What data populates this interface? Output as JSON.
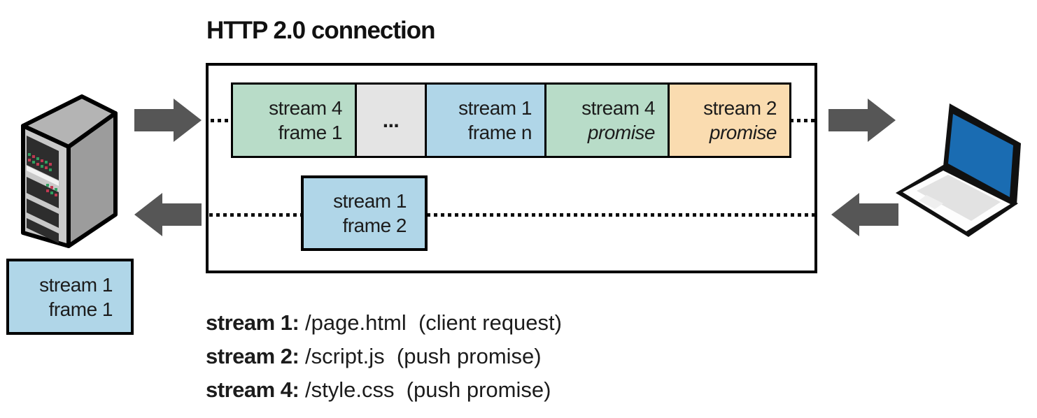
{
  "title": "HTTP 2.0 connection",
  "colors": {
    "frame_green": "#b8dcc8",
    "frame_blue": "#b0d6e8",
    "frame_orange": "#fadcb0",
    "frame_gray": "#e4e4e4",
    "arrow_gray": "#565656",
    "laptop_screen_blue": "#1a6cb2",
    "border_black": "#000000"
  },
  "icons": {
    "server": "server-tower-icon",
    "client": "laptop-icon",
    "send": "arrow-right-icon",
    "receive": "arrow-left-icon"
  },
  "connection": {
    "top_row_frames": [
      {
        "line1": "stream 4",
        "line2": "frame 1",
        "color": "#b8dcc8"
      },
      {
        "line1": "...",
        "line2": "",
        "color": "#e4e4e4"
      },
      {
        "line1": "stream 1",
        "line2": "frame n",
        "color": "#b0d6e8"
      },
      {
        "line1": "stream 4",
        "line2": "promise",
        "color": "#b8dcc8"
      },
      {
        "line1": "stream 2",
        "line2": "promise",
        "color": "#fadcb0"
      }
    ],
    "response_frame": {
      "line1": "stream 1",
      "line2": "frame 2",
      "color": "#b0d6e8"
    }
  },
  "server_frame": {
    "line1": "stream 1",
    "line2": "frame 1",
    "color": "#b0d6e8"
  },
  "legend": {
    "items": [
      {
        "label": "stream 1:",
        "text": " /page.html  (client request)"
      },
      {
        "label": "stream 2:",
        "text": " /script.js  (push promise)"
      },
      {
        "label": "stream 4:",
        "text": " /style.css  (push promise)"
      }
    ]
  }
}
